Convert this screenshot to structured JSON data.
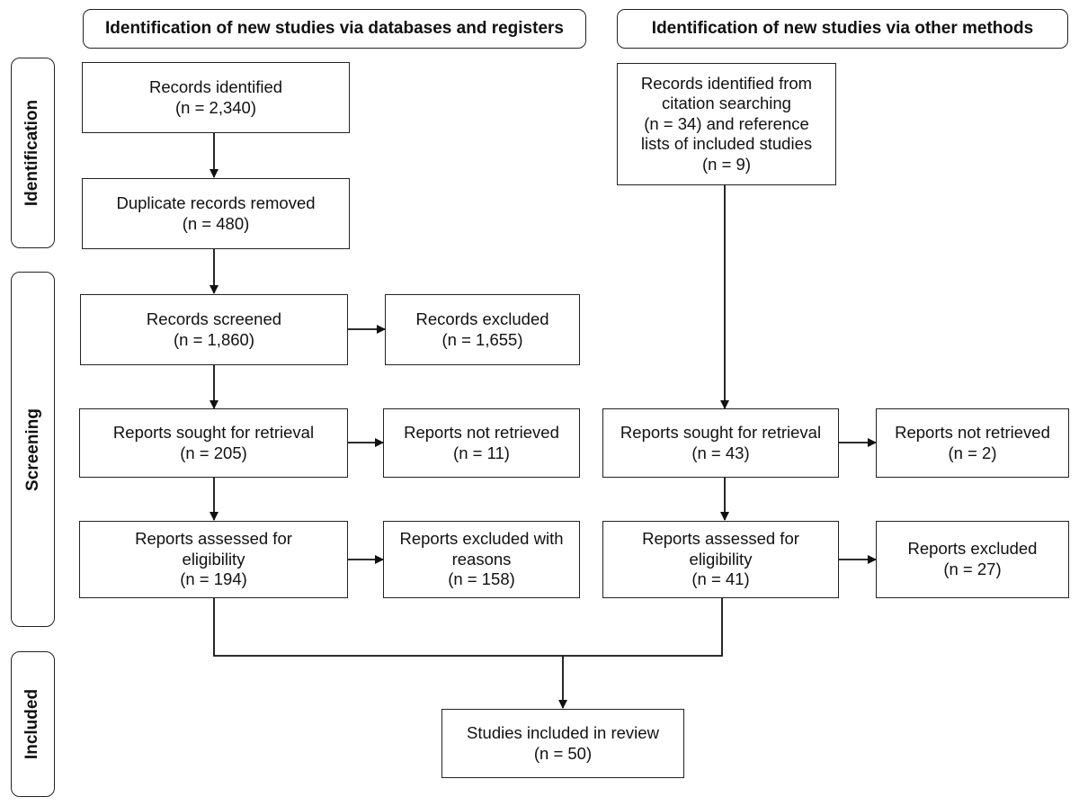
{
  "headers": {
    "databases": "Identification of new studies via databases and registers",
    "other": "Identification of new studies via other methods"
  },
  "phases": {
    "identification": "Identification",
    "screening": "Screening",
    "included": "Included"
  },
  "boxes": {
    "records_identified": "Records identified\n(n = 2,340)",
    "duplicates_removed": "Duplicate records removed\n(n = 480)",
    "records_screened": "Records screened\n(n = 1,860)",
    "records_excluded": "Records excluded\n(n = 1,655)",
    "db_sought": "Reports sought for retrieval\n(n = 205)",
    "db_not_retrieved": "Reports not retrieved\n(n = 11)",
    "db_assessed": "Reports assessed for\neligibility\n(n = 194)",
    "db_excluded": "Reports excluded with\nreasons\n(n = 158)",
    "other_identified": "Records identified from\ncitation searching\n(n = 34) and reference\nlists of included studies\n(n = 9)",
    "other_sought": "Reports sought for retrieval\n(n = 43)",
    "other_not_retrieved": "Reports not retrieved\n(n = 2)",
    "other_assessed": "Reports assessed for\neligibility\n(n = 41)",
    "other_excluded": "Reports excluded\n(n = 27)",
    "included": "Studies included in review\n(n = 50)"
  },
  "colors": {
    "line": "#111111",
    "border": "#222222",
    "background": "#ffffff"
  }
}
